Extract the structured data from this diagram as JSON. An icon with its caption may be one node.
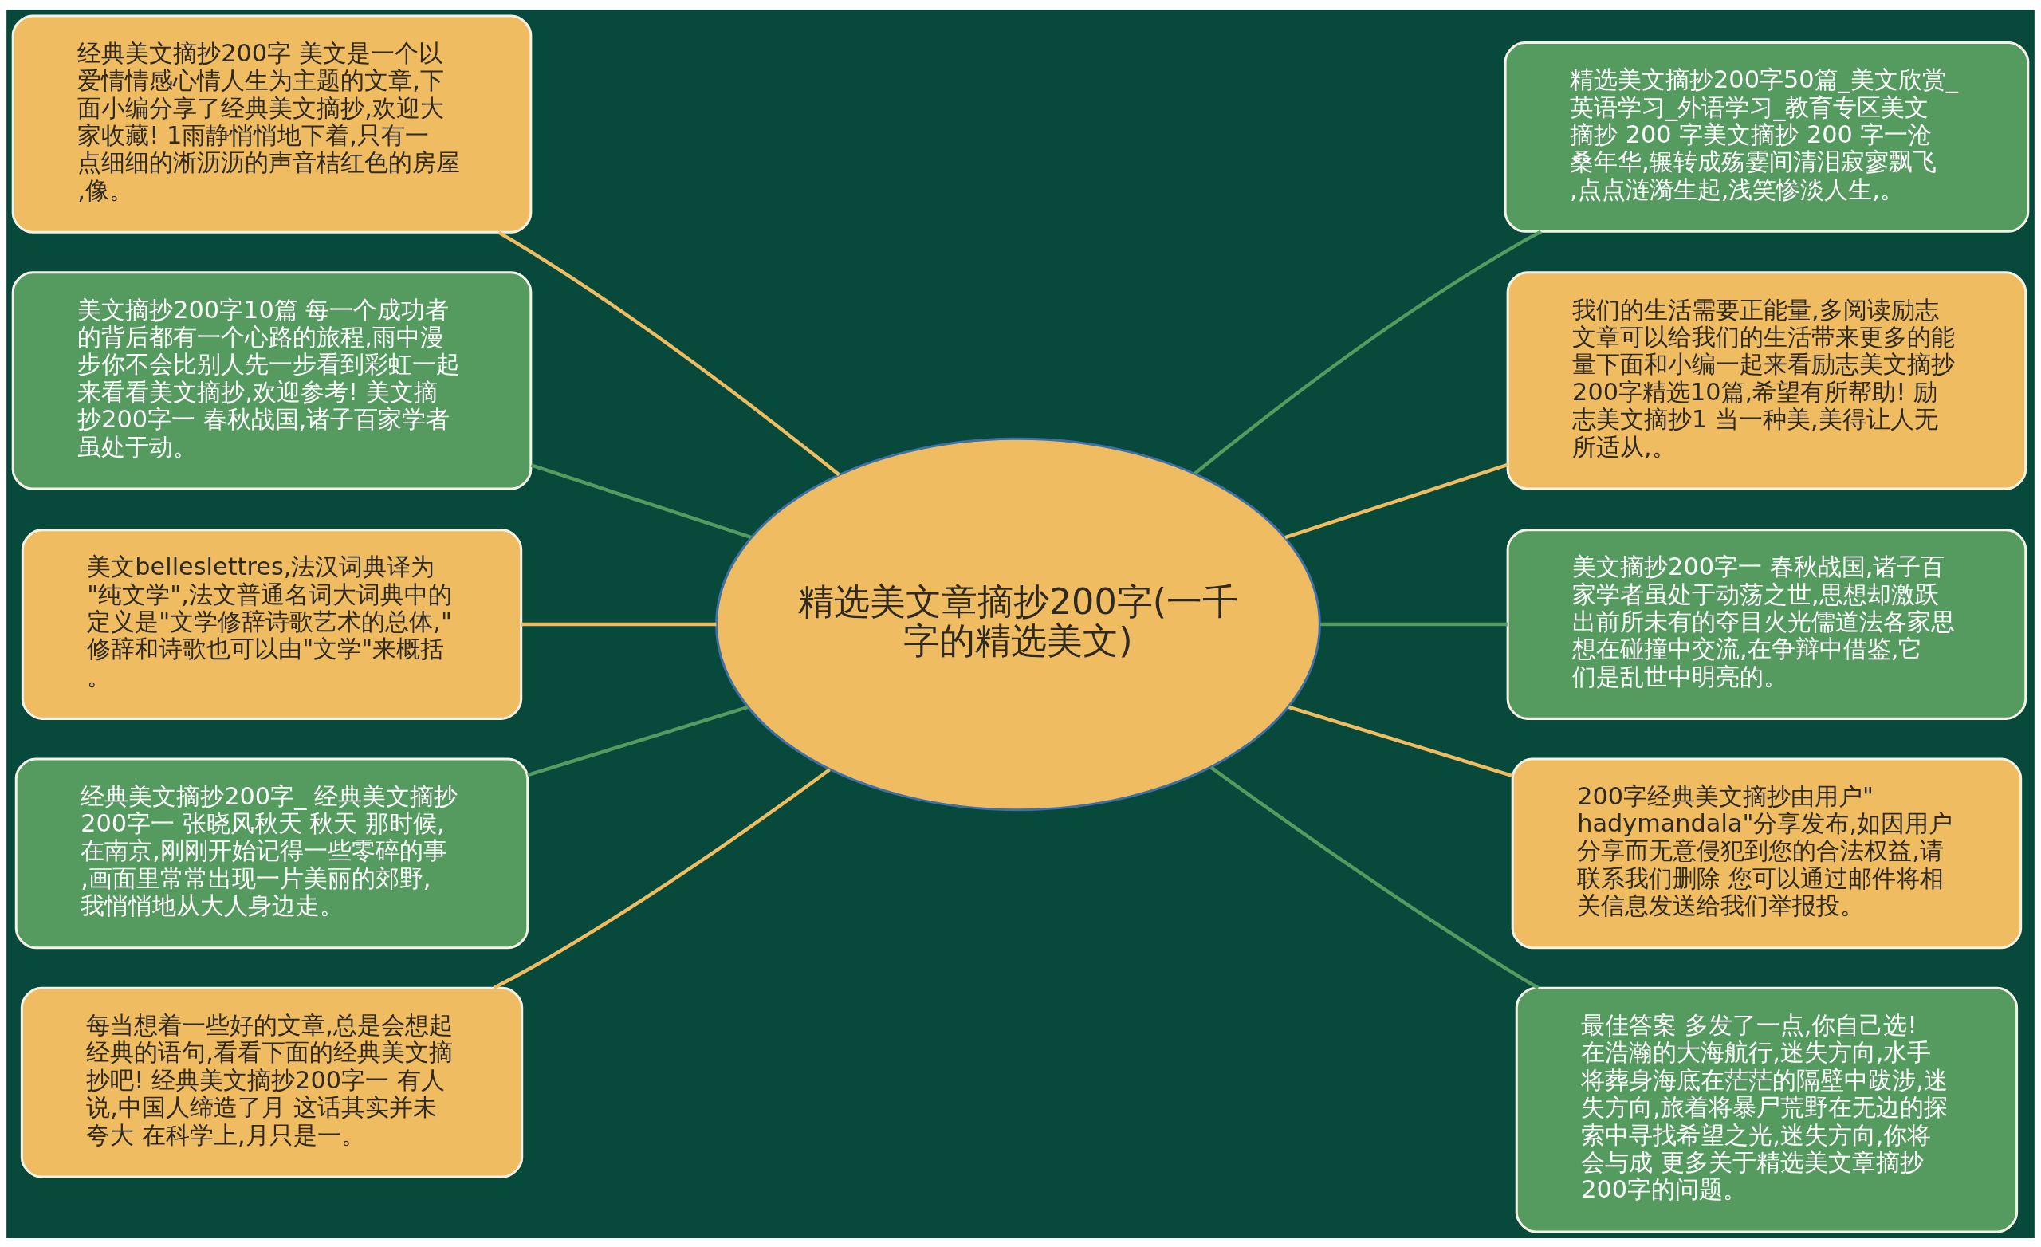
{
  "diagram": {
    "nodes": [
      {
        "text": [
          "精选美文章摘抄200字(一千字的精选美文)"
        ]
      },
      {
        "text": [
          "经典美文摘抄200字 美文是一个以爱情情感心情人生为主题的文章,下面小编分享了经典美文摘抄,欢迎大家收藏! 1雨静悄悄地下着,只有一点细细的淅沥沥的声音桔红色的房屋,像。"
        ]
      },
      {
        "text": [
          "美文摘抄200字10篇 每一个成功者的背后都有一个心路的旅程,雨中漫步你不会比别人先一步看到彩虹一起来看看美文摘抄,欢迎参考! 美文摘抄200字一 春秋战国,诸子百家学者虽处于动。"
        ]
      },
      {
        "text": [
          "美文belleslettres,法汉词典译为\"纯文学\",法文普通名词大词典中的定义是\"文学修辞诗歌艺术的总体,\"修辞和诗歌也可以由\"文学\"来概括。"
        ]
      },
      {
        "text": [
          "经典美文摘抄200字_ 经典美文摘抄200字一 张晓风秋天 秋天 那时候,在南京,刚刚开始记得一些零碎的事,画面里常常出现一片美丽的郊野,我悄悄地从大人身边走。"
        ]
      },
      {
        "text": [
          "每当想着一些好的文章,总是会想起经典的语句,看看下面的经典美文摘抄吧! 经典美文摘抄200字一 有人说,中国人缔造了月 这话其实并未夸大 在科学上,月只是一。"
        ]
      },
      {
        "text": [
          "精选美文摘抄200字50篇_美文欣赏_英语学习_外语学习_教育专区美文摘抄 200 字美文摘抄 200 字一沧桑年华,辗转成殇霎间清泪寂寥飘飞,点点涟漪生起,浅笑惨淡人生,。"
        ]
      },
      {
        "text": [
          "我们的生活需要正能量,多阅读励志文章可以给我们的生活带来更多的能量下面和小编一起来看励志美文摘抄200字精选10篇,希望有所帮助! 励志美文摘抄1 当一种美,美得让人无所适从,。"
        ]
      },
      {
        "text": [
          "美文摘抄200字一 春秋战国,诸子百家学者虽处于动荡之世,思想却激跃出前所未有的夺目火光儒道法各家思想在碰撞中交流,在争辩中借鉴,它们是乱世中明亮的。"
        ]
      },
      {
        "text": [
          "200字经典美文摘抄由用户\"hadymandala\"分享发布,如因用户分享而无意侵犯到您的合法权益,请联系我们删除 您可以通过邮件将相关信息发送给我们举报投。"
        ]
      },
      {
        "text": [
          "最佳答案 多发了一点,你自己选! 在浩瀚的大海航行,迷失方向,水手将葬身海底在茫茫的隔壁中跋涉,迷失方向,旅着将暴尸荒野在无边的探索中寻找希望之光,迷失方向,你将会与成 更多关于精选美文章摘抄200字的问题。"
        ]
      }
    ],
    "edges": [
      {
        "from": 1,
        "to": 0,
        "arrow": "none",
        "color": "#f0bc62"
      },
      {
        "from": 2,
        "to": 0,
        "arrow": "none",
        "color": "#559a5f"
      },
      {
        "from": 3,
        "to": 0,
        "arrow": "none",
        "color": "#f0bc62"
      },
      {
        "from": 4,
        "to": 0,
        "arrow": "none",
        "color": "#559a5f"
      },
      {
        "from": 5,
        "to": 0,
        "arrow": "none",
        "color": "#f0bc62"
      },
      {
        "from": 0,
        "to": 6,
        "arrow": "none",
        "color": "#559a5f"
      },
      {
        "from": 0,
        "to": 7,
        "arrow": "none",
        "color": "#f0bc62"
      },
      {
        "from": 0,
        "to": 8,
        "arrow": "none",
        "color": "#559a5f"
      },
      {
        "from": 0,
        "to": 9,
        "arrow": "none",
        "color": "#f0bc62"
      },
      {
        "from": 0,
        "to": 10,
        "arrow": "none",
        "color": "#559a5f"
      }
    ]
  }
}
